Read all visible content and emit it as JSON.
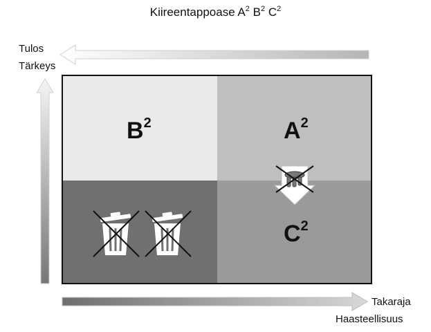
{
  "title": {
    "text": "Kiireentappoase A",
    "sup1": "2",
    "mid1": " B",
    "sup2": "2",
    "mid2": " C",
    "sup3": "2"
  },
  "y_axis": {
    "label_line1": "Tulos",
    "label_line2": "Tärkeys"
  },
  "x_axis": {
    "label_line1": "Takaraja",
    "label_line2": "Haasteellisuus"
  },
  "quadrants": {
    "top_left": {
      "letter": "B",
      "sup": "2",
      "color": "#e9e9e9"
    },
    "top_right": {
      "letter": "A",
      "sup": "2",
      "color": "#bfbfbf"
    },
    "bottom_left": {
      "letter": "",
      "sup": "",
      "color": "#707070",
      "icons": [
        "trash-can-crossed-icon",
        "trash-can-crossed-icon"
      ]
    },
    "bottom_right": {
      "letter": "C",
      "sup": "2",
      "color": "#9a9a9a"
    }
  },
  "icons": {
    "delegate_arrow": "down-arrow-with-crossed-hands-icon"
  }
}
